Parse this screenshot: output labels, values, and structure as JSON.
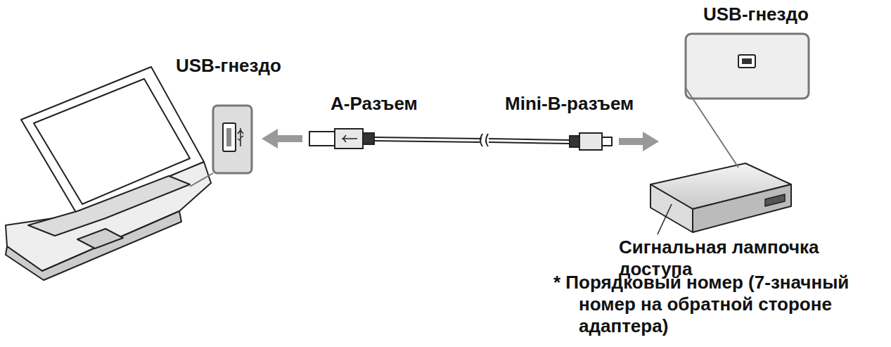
{
  "diagram": {
    "labels": [
      "USB-гнездо",
      "USB-гнездо",
      "A-Разъем",
      "Mini-B-разъем",
      "Сигнальная лампочка доступа",
      "* Порядковый номер (7-значный номер на обратной стороне адаптера)"
    ]
  }
}
